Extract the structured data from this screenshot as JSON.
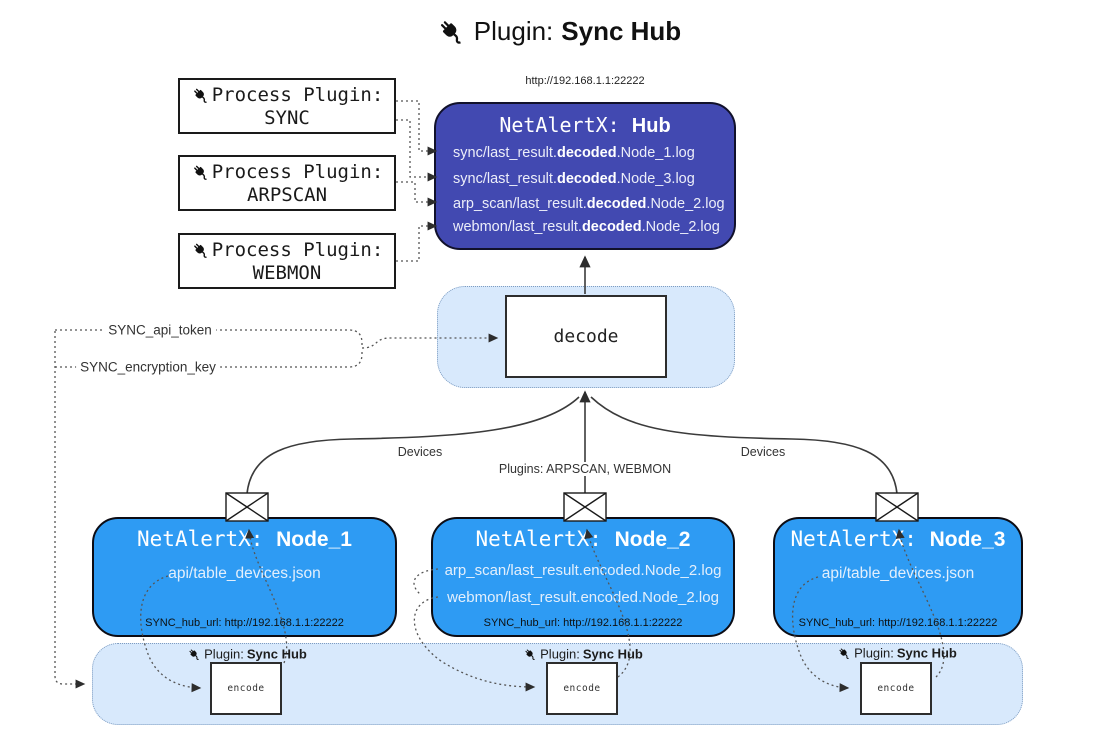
{
  "title": {
    "prefix": "Plugin:",
    "name": "Sync Hub"
  },
  "process_plugins": {
    "label": "Process Plugin:",
    "items": [
      "SYNC",
      "ARPSCAN",
      "WEBMON"
    ]
  },
  "hub": {
    "url": "http://192.168.1.1:22222",
    "title_prefix": "NetAlertX:",
    "title_name": "Hub",
    "logs": [
      {
        "pre": "sync/last_result.",
        "bold": "decoded",
        "post": ".Node_1.log"
      },
      {
        "pre": "sync/last_result.",
        "bold": "decoded",
        "post": ".Node_3.log"
      },
      {
        "pre": "arp_scan/last_result.",
        "bold": "decoded",
        "post": ".Node_2.log"
      },
      {
        "pre": "webmon/last_result.",
        "bold": "decoded",
        "post": ".Node_2.log"
      }
    ]
  },
  "decode": {
    "label": "decode"
  },
  "tokens": {
    "api_token": "SYNC_api_token",
    "encryption_key": "SYNC_encryption_key"
  },
  "edges": {
    "devices_left": "Devices",
    "plugins_mid": "Plugins: ARPSCAN, WEBMON",
    "devices_right": "Devices"
  },
  "nodes": [
    {
      "title_prefix": "NetAlertX:",
      "name": "Node_1",
      "files": [
        "api/table_devices.json"
      ],
      "hub_url": "SYNC_hub_url: http://192.168.1.1:22222"
    },
    {
      "title_prefix": "NetAlertX:",
      "name": "Node_2",
      "files": [
        "arp_scan/last_result.encoded.Node_2.log",
        "webmon/last_result.encoded.Node_2.log"
      ],
      "hub_url": "SYNC_hub_url: http://192.168.1.1:22222"
    },
    {
      "title_prefix": "NetAlertX:",
      "name": "Node_3",
      "files": [
        "api/table_devices.json"
      ],
      "hub_url": "SYNC_hub_url: http://192.168.1.1:22222"
    }
  ],
  "band": {
    "plugin_prefix": "Plugin:",
    "plugin_name": "Sync Hub",
    "encode_label": "encode"
  },
  "colors": {
    "hub_fill": "#4249b1",
    "node_fill": "#2e9bf3",
    "panel_fill": "#d8e9fc",
    "panel_border": "#7e9cc0",
    "line": "#3b3b3b",
    "box_border": "#1a1a1a"
  }
}
